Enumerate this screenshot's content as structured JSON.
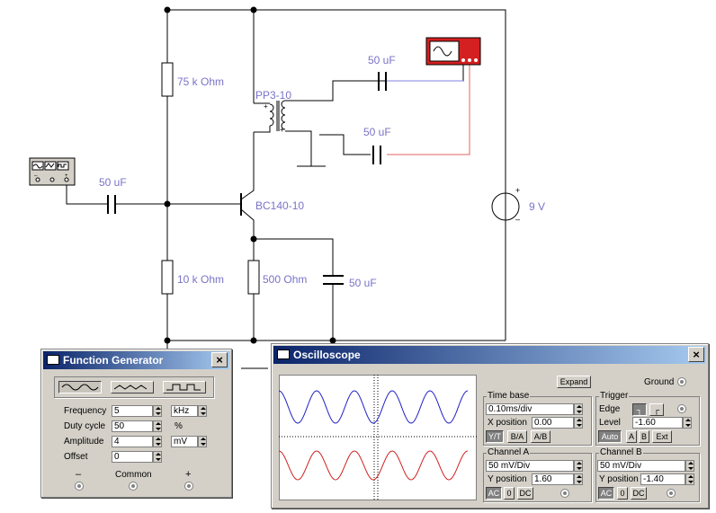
{
  "colors": {
    "wire": "#000000",
    "label": "#7a73c8",
    "channel_a": "#2020c8",
    "channel_b": "#d02020",
    "oscilloscope_icon": "#d42020"
  },
  "schematic": {
    "resistor_top": "75 k Ohm",
    "resistor_bottom": "10 k Ohm",
    "resistor_emitter": "500  Ohm",
    "capacitor_input": "50 uF",
    "capacitor_out_top": "50 uF",
    "capacitor_out_bottom": "50 uF",
    "capacitor_emitter": "50 uF",
    "transformer": "PP3-10",
    "transistor": "BC140-10",
    "battery": "9 V",
    "fg_icon_terminals": [
      "–",
      "+"
    ]
  },
  "function_generator": {
    "title": "Function Generator",
    "close_label": "×",
    "waveforms": [
      "sine",
      "triangle",
      "square"
    ],
    "selected_waveform": "sine",
    "frequency_label": "Frequency",
    "frequency_value": "5",
    "frequency_unit": "kHz",
    "duty_label": "Duty cycle",
    "duty_value": "50",
    "duty_unit": "%",
    "amplitude_label": "Amplitude",
    "amplitude_value": "4",
    "amplitude_unit": "mV",
    "offset_label": "Offset",
    "offset_value": "0",
    "terminal_minus": "–",
    "terminal_common": "Common",
    "terminal_plus": "+"
  },
  "oscilloscope": {
    "title": "Oscilloscope",
    "close_label": "×",
    "expand_label": "Expand",
    "ground_label": "Ground",
    "timebase": {
      "title": "Time base",
      "value": "0.10ms/div",
      "xpos_label": "X position",
      "xpos_value": "0.00",
      "modes": [
        "Y/T",
        "B/A",
        "A/B"
      ],
      "active_mode": "Y/T"
    },
    "trigger": {
      "title": "Trigger",
      "edge_label": "Edge",
      "level_label": "Level",
      "level_value": "-1.60",
      "sources": [
        "Auto",
        "A",
        "B",
        "Ext"
      ],
      "active_source": "Auto"
    },
    "channel_a": {
      "title": "Channel A",
      "scale": "50 mV/Div",
      "ypos_label": "Y position",
      "ypos_value": "1.60",
      "coupling": [
        "AC",
        "0",
        "DC"
      ],
      "active_coupling": "AC"
    },
    "channel_b": {
      "title": "Channel B",
      "scale": "50 mV/Div",
      "ypos_label": "Y position",
      "ypos_value": "-1.40",
      "coupling": [
        "AC",
        "0",
        "DC"
      ],
      "active_coupling": "AC"
    },
    "trace_a_cycles": 5,
    "trace_b_cycles": 5
  }
}
